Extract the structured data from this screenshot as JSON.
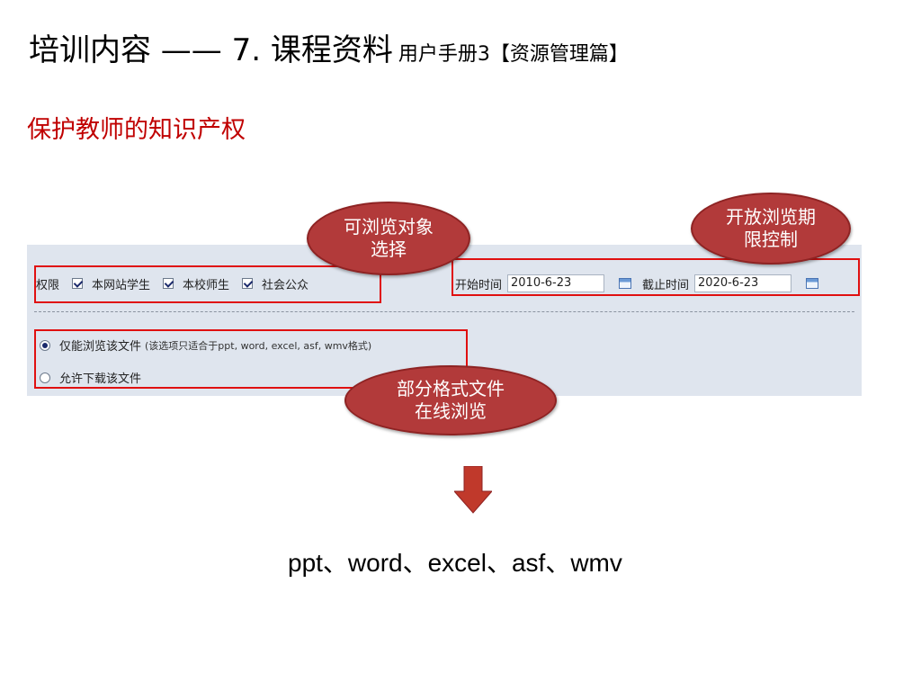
{
  "title": {
    "main": "培训内容 —— 7. 课程资料",
    "sub": "用户手册3【资源管理篇】"
  },
  "subtitle": "保护教师的知识产权",
  "panel": {
    "permission_label": "权限",
    "checkboxes": [
      {
        "label": "本网站学生",
        "checked": true
      },
      {
        "label": "本校师生",
        "checked": true
      },
      {
        "label": "社会公众",
        "checked": true
      }
    ],
    "start_label": "开始时间",
    "start_value": "2010-6-23",
    "end_label": "截止时间",
    "end_value": "2020-6-23",
    "options": [
      {
        "label": "仅能浏览该文件",
        "note": "(该选项只适合于ppt, word, excel, asf, wmv格式)",
        "selected": true
      },
      {
        "label": "允许下载该文件",
        "note": "",
        "selected": false
      }
    ]
  },
  "callouts": {
    "browse_select": "可浏览对象选择",
    "open_period": "开放浏览期限控制",
    "partial_formats": "部分格式文件在线浏览"
  },
  "formats": "ppt、word、excel、asf、wmv",
  "colors": {
    "accent_red": "#c00000",
    "box_red": "#e01010",
    "bubble": "#b23a3a",
    "panel_bg": "#dfe5ee",
    "arrow": "#c0392b"
  }
}
